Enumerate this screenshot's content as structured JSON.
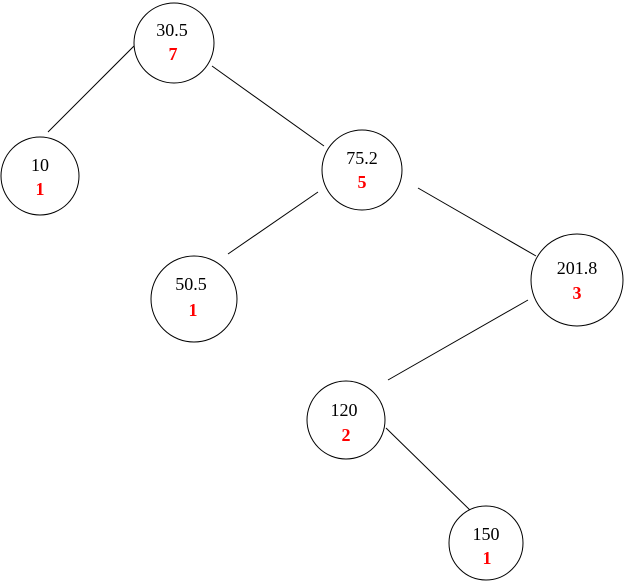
{
  "tree": {
    "colors": {
      "line": "#000000",
      "value_text": "#000000",
      "size_text": "#ff0000",
      "node_fill": "#ffffff"
    },
    "nodes": [
      {
        "id": "n30",
        "value": "30.5",
        "size": "7"
      },
      {
        "id": "n10",
        "value": "10",
        "size": "1"
      },
      {
        "id": "n75",
        "value": "75.2",
        "size": "5"
      },
      {
        "id": "n50",
        "value": "50.5",
        "size": "1"
      },
      {
        "id": "n201",
        "value": "201.8",
        "size": "3"
      },
      {
        "id": "n120",
        "value": "120",
        "size": "2"
      },
      {
        "id": "n150",
        "value": "150",
        "size": "1"
      }
    ],
    "edges": [
      {
        "from": "n30",
        "to": "n10"
      },
      {
        "from": "n30",
        "to": "n75"
      },
      {
        "from": "n75",
        "to": "n50"
      },
      {
        "from": "n75",
        "to": "n201"
      },
      {
        "from": "n201",
        "to": "n120"
      },
      {
        "from": "n120",
        "to": "n150"
      }
    ]
  }
}
